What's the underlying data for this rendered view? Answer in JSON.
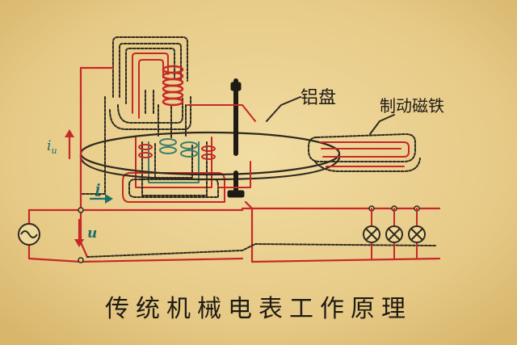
{
  "title": "传统机械电表工作原理",
  "labels": {
    "aluminum_disk": "铝盘",
    "brake_magnet": "制动磁铁",
    "current_iu": "i",
    "current_iu_sub": "u",
    "current_i": "i",
    "voltage_u": "u"
  },
  "colors": {
    "background": "#e9cf8e",
    "red_wire": "#c62828",
    "dark_wire": "#2f2a1f",
    "green_wire": "#3f7d6a",
    "teal_label": "#1f6f6a",
    "ink": "#1e1a14"
  },
  "icons": [
    "ac-source-icon",
    "lamp-icon",
    "lamp-icon",
    "lamp-icon"
  ]
}
